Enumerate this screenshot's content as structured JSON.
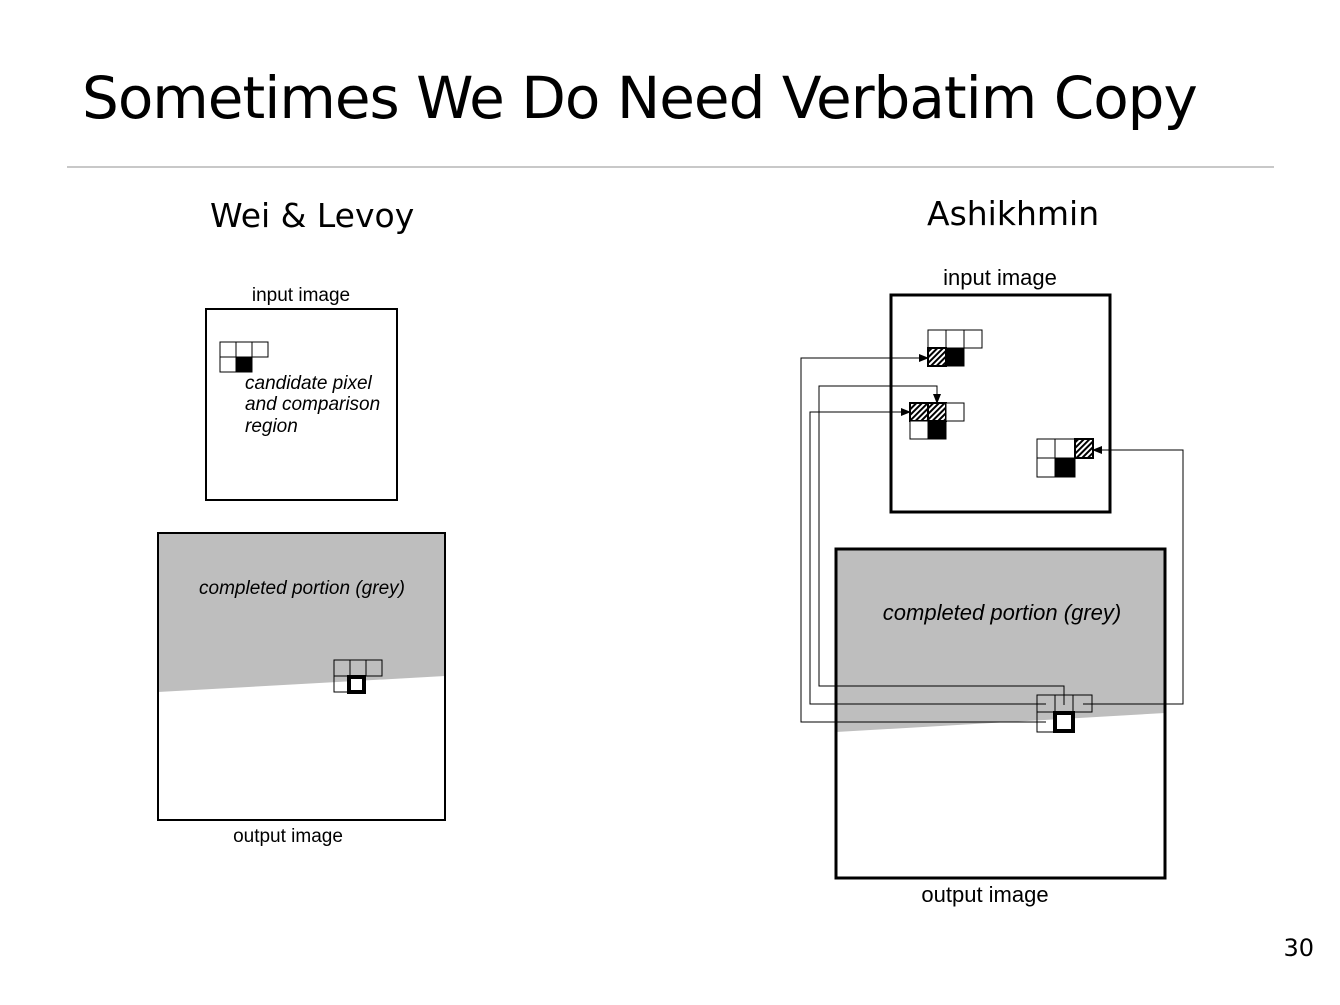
{
  "slide": {
    "title": "Sometimes We Do Need Verbatim Copy",
    "page_number": "30"
  },
  "left": {
    "heading": "Wei & Levoy",
    "input_label": "input image",
    "candidate_lines": [
      "candidate pixel",
      "and comparison",
      "region"
    ],
    "completed_label": "completed portion (grey)",
    "output_label": "output image"
  },
  "right": {
    "heading": "Ashikhmin",
    "input_label": "input image",
    "completed_label": "completed portion (grey)",
    "output_label": "output image"
  },
  "colors": {
    "grey": "#bebebe",
    "rule": "#c8c8c8"
  }
}
